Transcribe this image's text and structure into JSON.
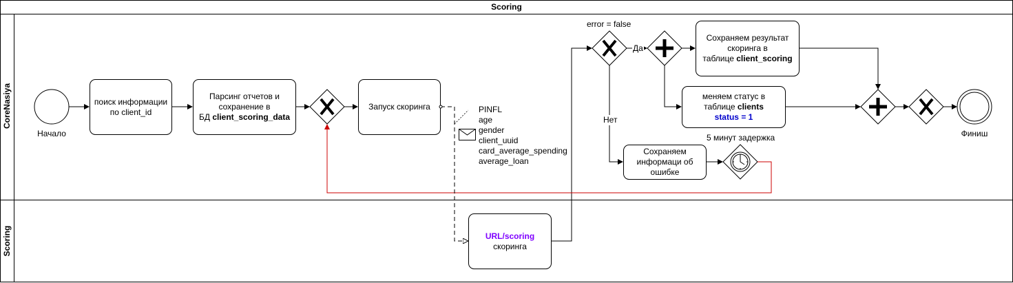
{
  "pool": {
    "title": "Scoring"
  },
  "lanes": {
    "core": "CoreNasiya",
    "scoring": "Scoring"
  },
  "events": {
    "start": "Начало",
    "end": "Финиш"
  },
  "tasks": {
    "search": {
      "line1": "поиск информации",
      "line2": "по client_id"
    },
    "parse": {
      "line1": "Парсинг отчетов и",
      "line2": "сохранение в",
      "line3_prefix": "БД ",
      "line3_bold": "client_scoring_data"
    },
    "launch": {
      "text": "Запуск скоринга"
    },
    "save_result": {
      "line1": "Сохраняем результат",
      "line2": "скоринга в",
      "line3_prefix": "таблице ",
      "line3_bold": "client_scoring"
    },
    "change_status": {
      "line1": "меняем статус в",
      "line2_prefix": "таблице ",
      "line2_bold": "clients",
      "line3": "status = 1"
    },
    "save_error": {
      "line1": "Сохраняем",
      "line2": "информаци об",
      "line3": "ошибке"
    },
    "url_scoring": {
      "line1": "URL/scoring",
      "line2": "скоринга"
    }
  },
  "labels": {
    "condition": "error = false",
    "yes": "Да",
    "no": "Нет",
    "delay": "5 минут задержка"
  },
  "message_fields": [
    "PINFL",
    "age",
    "gender",
    "client_uuid",
    "card_average_spending",
    "average_loan"
  ],
  "colors": {
    "status_text": "#0000CC",
    "url_text": "#7F00FF",
    "loop_arrow": "#CC0000"
  }
}
